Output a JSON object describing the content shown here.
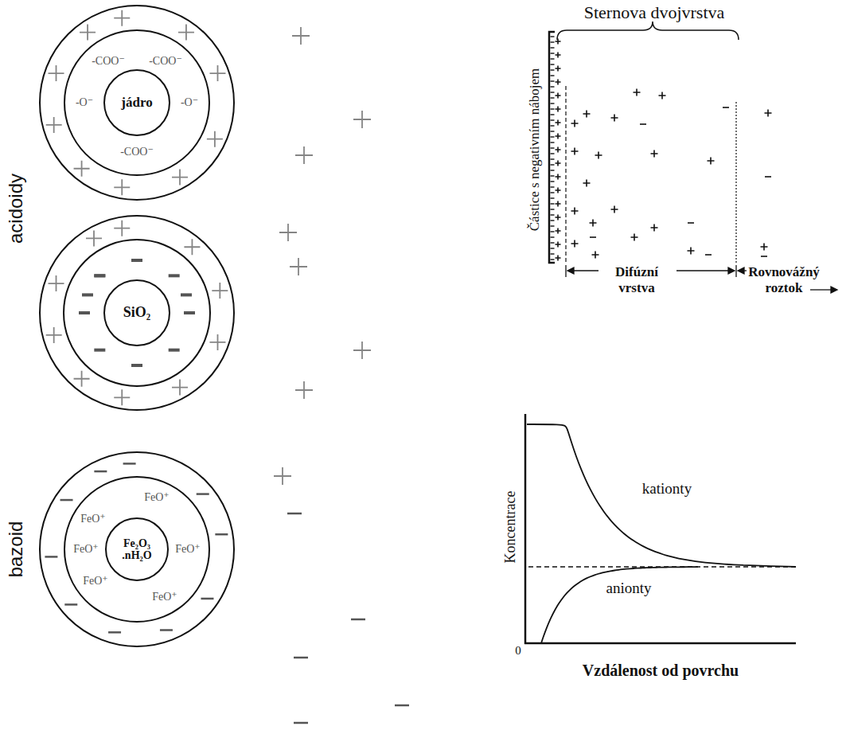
{
  "diagram": {
    "nodes": [
      {
        "text": [
          "-COO⁻",
          "-COO⁻",
          "-O⁻",
          "-O⁻",
          "-COO⁻"
        ]
      },
      {
        "text": [
          "jádro"
        ],
        "in": 0
      },
      {
        "text": [
          "SiO₂"
        ]
      },
      {
        "text": [
          "FeO⁺",
          "FeO⁺",
          "FeO⁺",
          "FeO⁺",
          "FeO⁺",
          "FeO⁺"
        ]
      },
      {
        "text": [
          "Fe₂O₃ .nH₂O"
        ],
        "in": 3
      }
    ],
    "labels": [
      "acidoidy",
      "bazoid",
      "Sternova dvojvrstva",
      "Částice s negativním nábojem",
      "Difúzní vrstva",
      "Rovnovážný roztok",
      "Koncentrace",
      "kationty",
      "anionty",
      "0",
      "Vzdálenost od povrchu"
    ]
  }
}
